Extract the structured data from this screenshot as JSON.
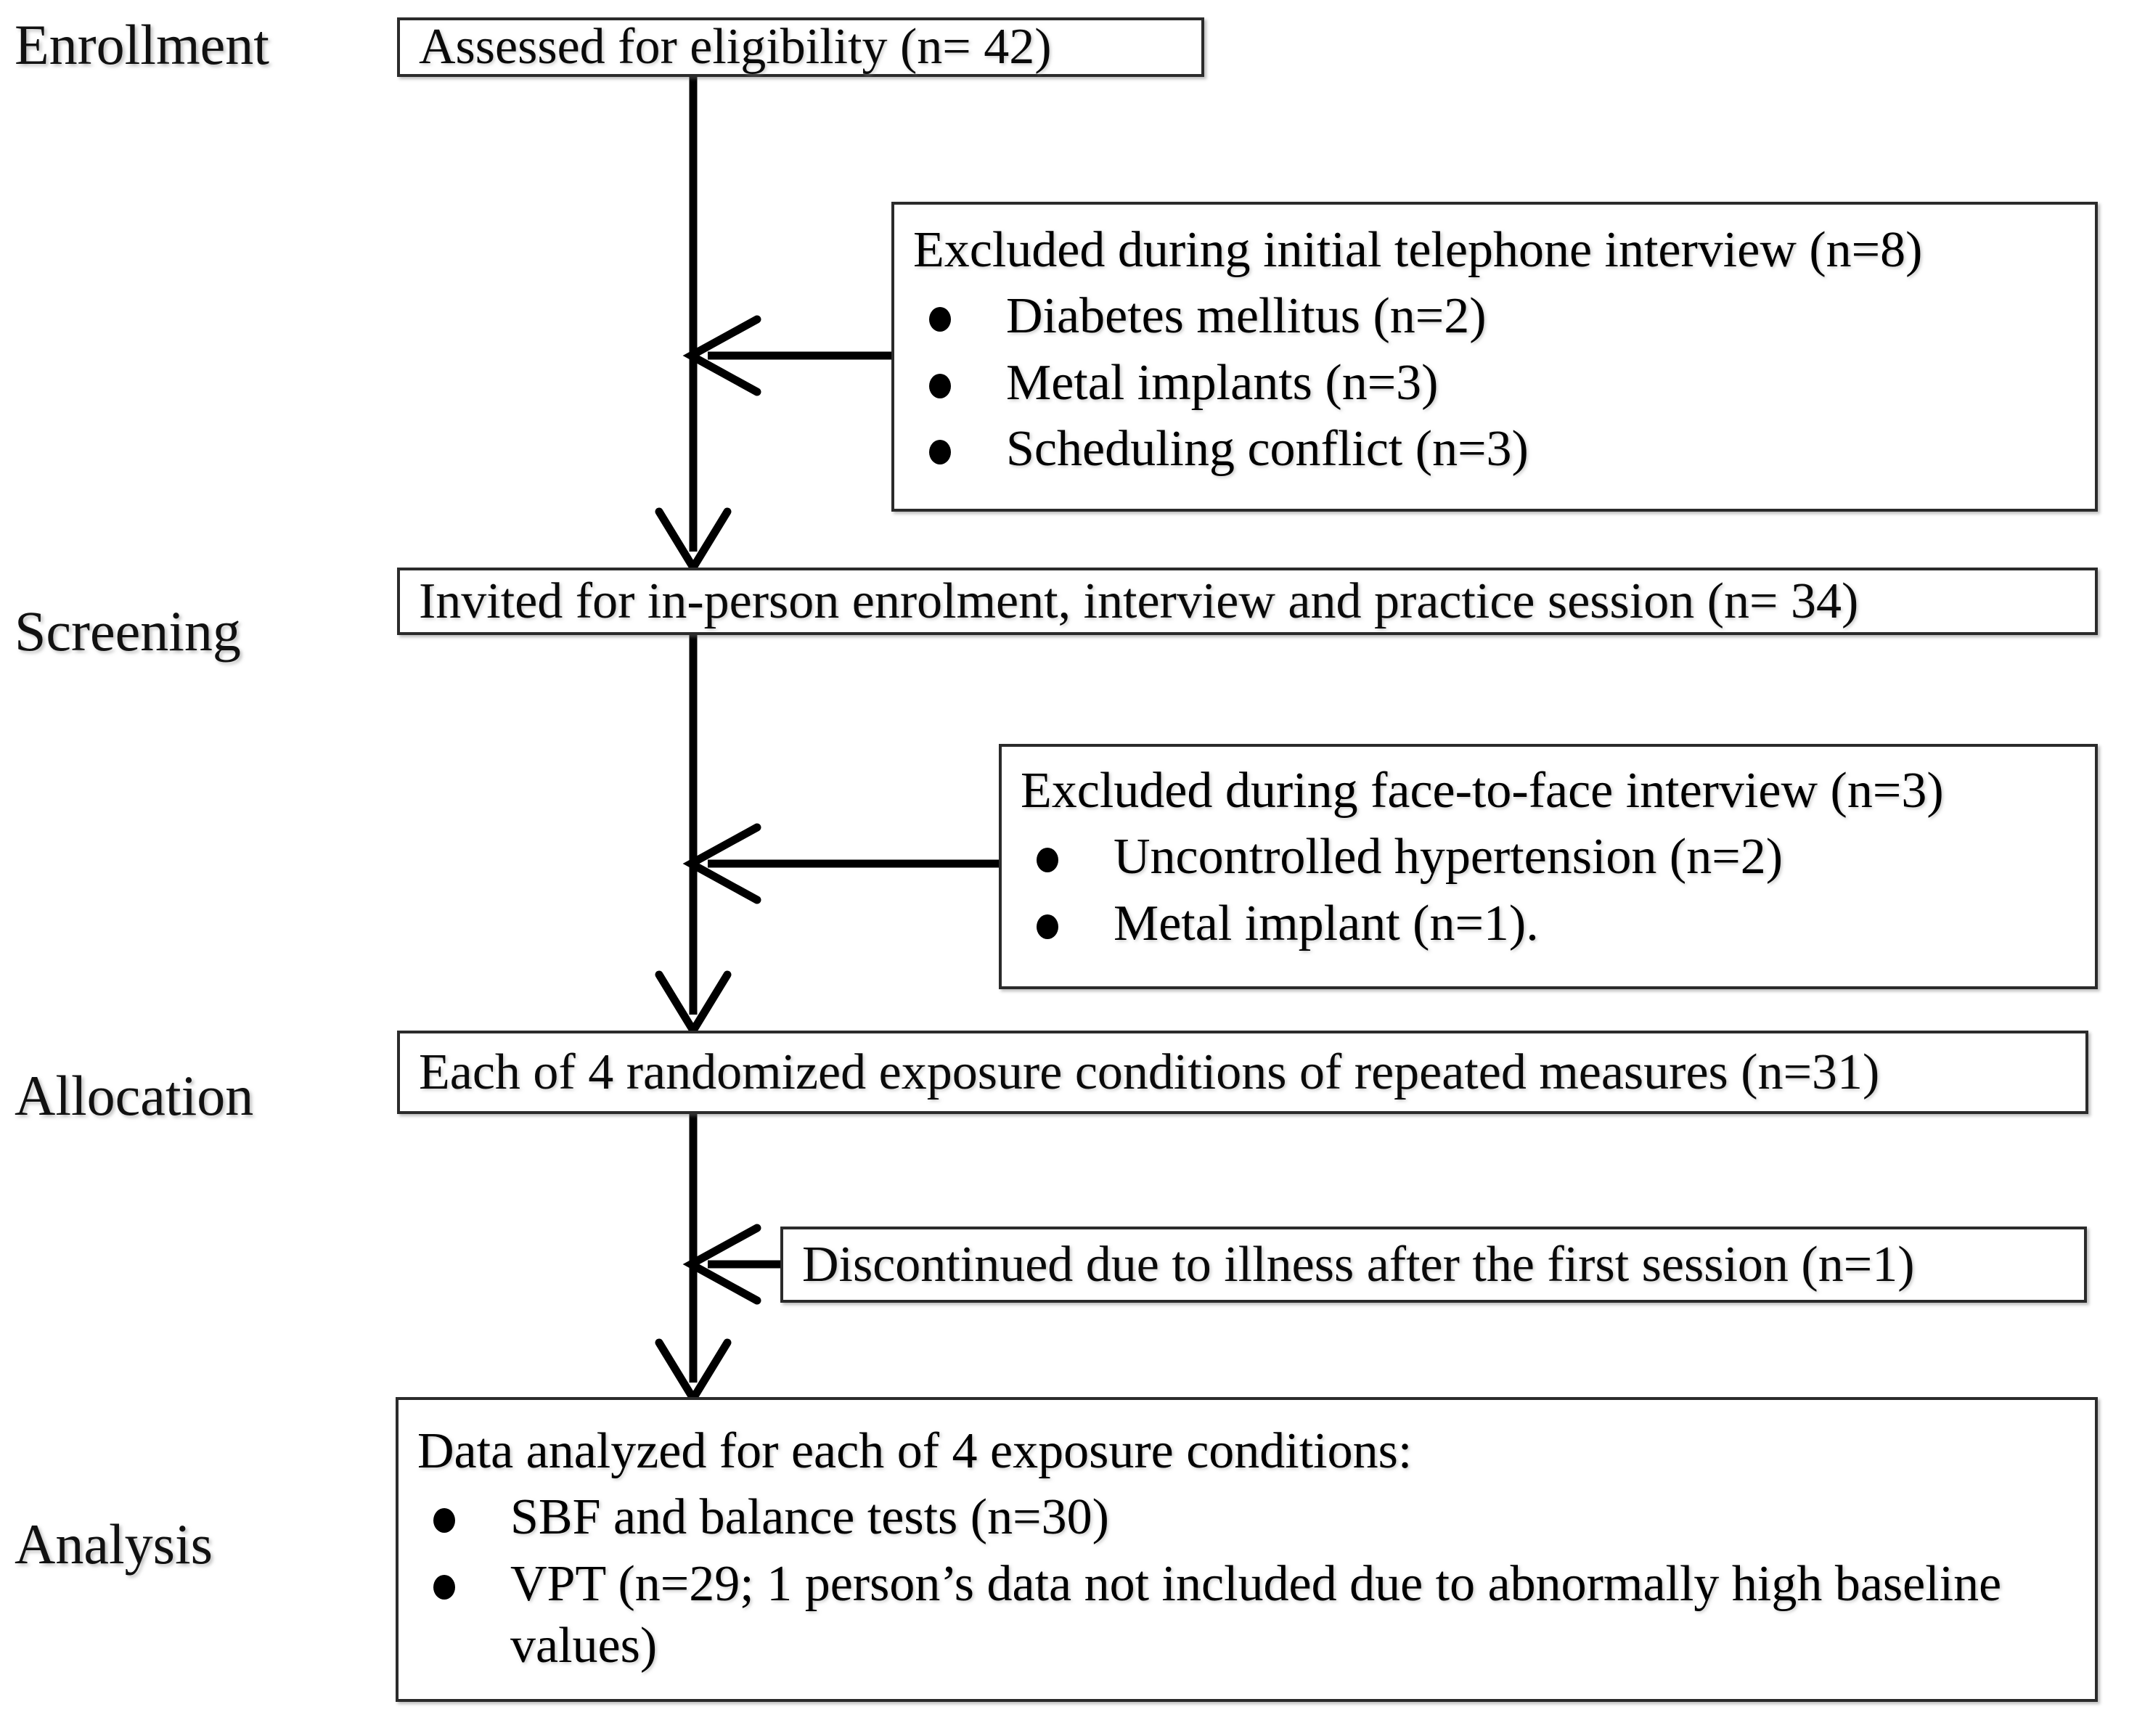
{
  "diagram": {
    "title": "CONSORT participant flow diagram",
    "type": "flowchart",
    "stages": [
      {
        "id": "enrollment",
        "label": "Enrollment"
      },
      {
        "id": "screening",
        "label": "Screening"
      },
      {
        "id": "allocation",
        "label": "Allocation"
      },
      {
        "id": "analysis",
        "label": "Analysis"
      }
    ],
    "boxes": {
      "assessed": {
        "text": "Assessed for eligibility  (n= 42)"
      },
      "excluded_phone": {
        "heading": "Excluded  during initial telephone interview (n=8)",
        "items": [
          "Diabetes mellitus (n=2)",
          "Metal implants (n=3)",
          "Scheduling conflict (n=3)"
        ]
      },
      "invited": {
        "text": "Invited for in-person enrolment, interview and practice session (n= 34)"
      },
      "excluded_face": {
        "heading": "Excluded  during face-to-face interview (n=3)",
        "items": [
          "Uncontrolled hypertension (n=2)",
          "Metal implant (n=1)."
        ]
      },
      "allocated": {
        "text": "Each of 4 randomized exposure conditions of repeated measures (n=31)"
      },
      "discontinued": {
        "text": "Discontinued due to illness after the first session (n=1)"
      },
      "analyzed": {
        "heading": "Data analyzed for each of 4 exposure conditions:",
        "items": [
          "SBF and balance tests (n=30)",
          "VPT (n=29; 1 person’s data not included due to abnormally high baseline values)"
        ]
      }
    },
    "colors": {
      "border": "#2b2b2b",
      "text": "#0a0a0a",
      "background": "#ffffff",
      "connector": "#000000"
    }
  }
}
